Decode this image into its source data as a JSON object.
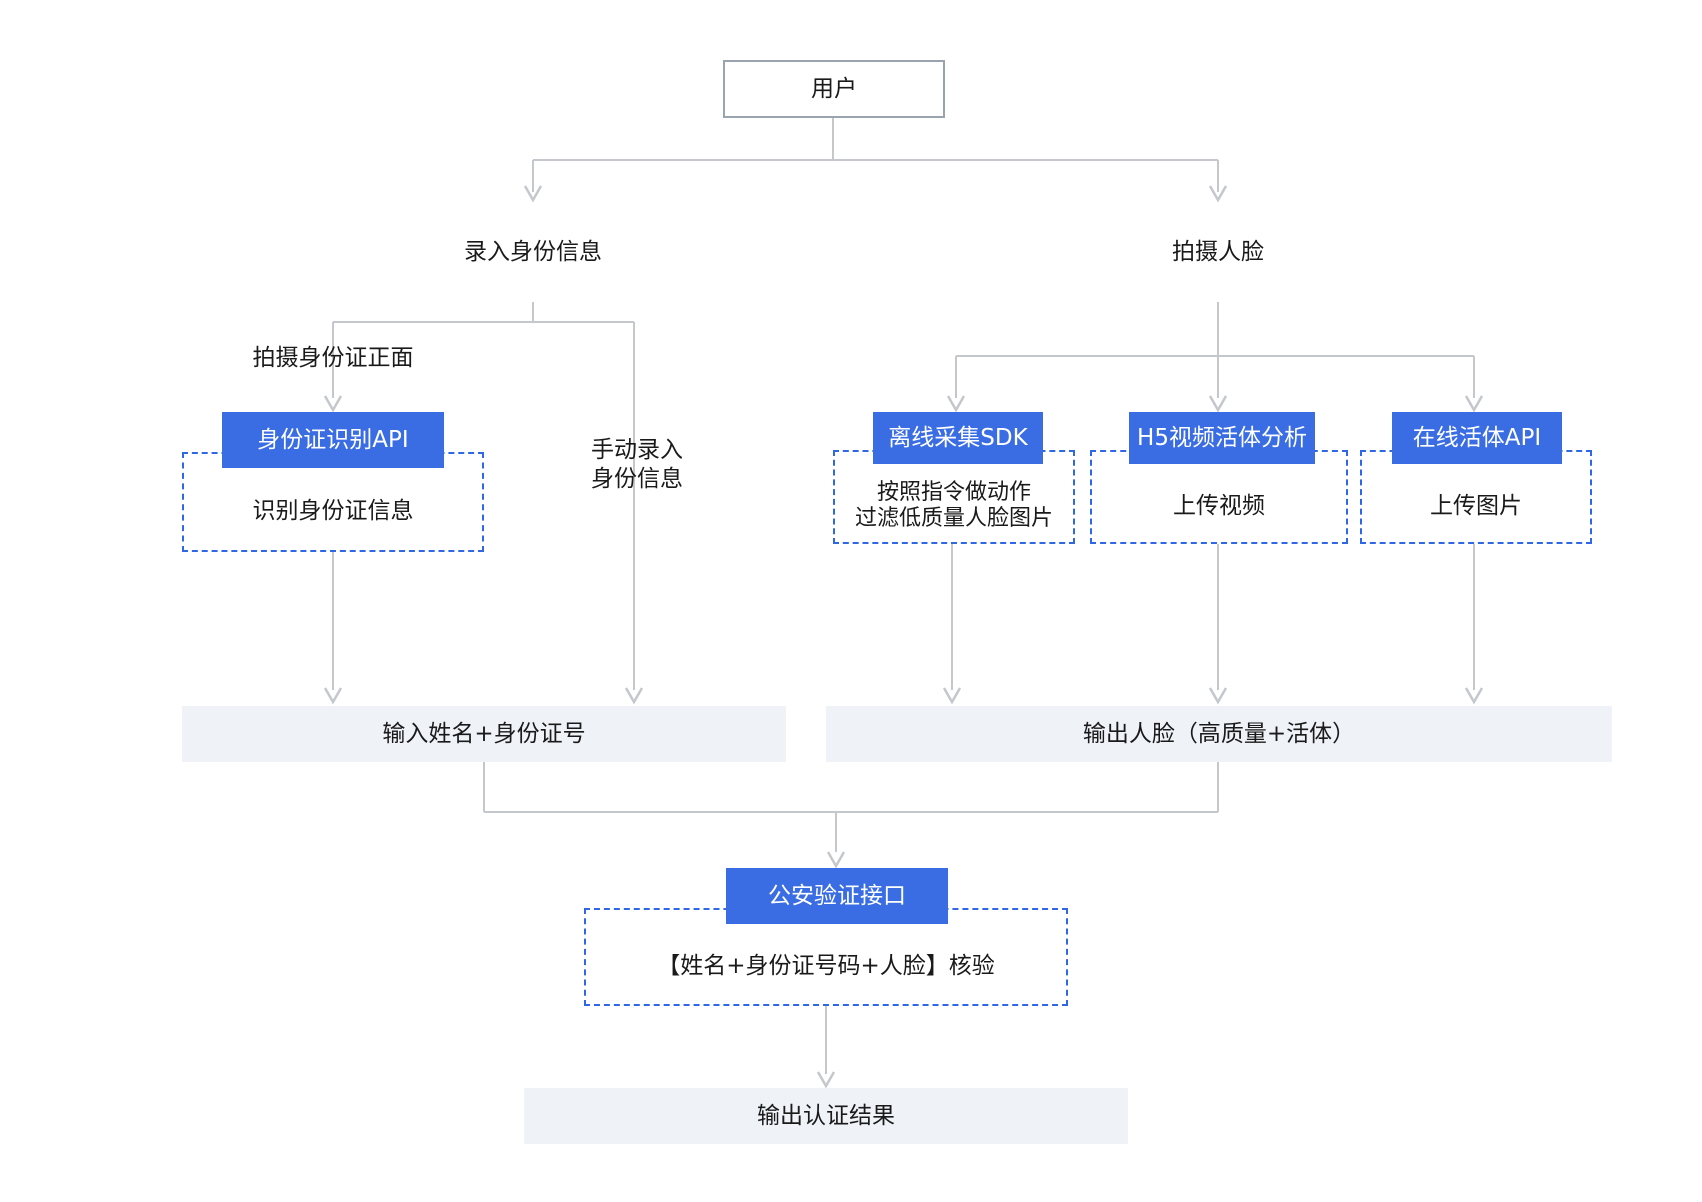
{
  "nodes": {
    "user": "用户",
    "enter_id_info": "录入身份信息",
    "capture_face": "拍摄人脸",
    "capture_id_front": "拍摄身份证正面",
    "id_ocr_api": "身份证识别API",
    "id_ocr_desc": "识别身份证信息",
    "manual_entry": "手动录入\n身份信息",
    "offline_sdk": "离线采集SDK",
    "offline_sdk_desc": "按照指令做动作\n过滤低质量人脸图片",
    "h5_video": "H5视频活体分析",
    "h5_video_desc": "上传视频",
    "online_api": "在线活体API",
    "online_api_desc": "上传图片",
    "input_name_id": "输入姓名+身份证号",
    "output_face": "输出人脸（高质量+活体）",
    "police_api": "公安验证接口",
    "police_api_desc": "【姓名+身份证号码+人脸】核验",
    "output_result": "输出认证结果"
  },
  "colors": {
    "accent_blue": "#3a6de3",
    "dashed_blue": "#2f67e6",
    "connector_gray": "#c4c7cc",
    "box_gray": "#eff2f7"
  }
}
